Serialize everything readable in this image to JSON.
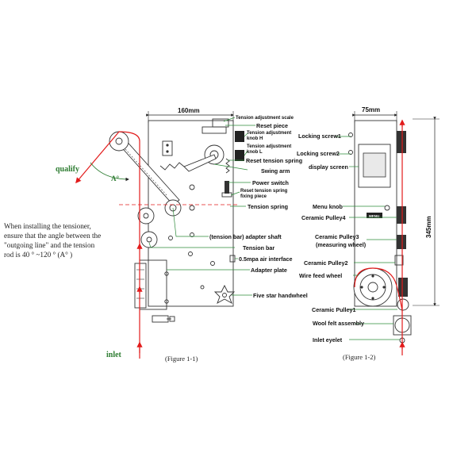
{
  "figure1": {
    "width_dim": "160mm",
    "caption": "(Figure 1-1)",
    "qualify": "qualify",
    "inlet": "inlet",
    "angle": "A°",
    "note_lines": [
      "When installing the tensioner,",
      "ensure that the angle between the",
      "\"outgoing line\" and the tension",
      "rod is 40 °  ~120 °   (A°  )"
    ],
    "labels": {
      "tension_scale": "Tension adjustment scale",
      "reset_piece": "Reset piece",
      "knob_h_1": "Tension adjustment",
      "knob_h_2": "knob H",
      "knob_l_1": "Tension adjustment",
      "knob_l_2": "knob L",
      "reset_spring": "Reset tension spring",
      "swing_arm": "Swing arm",
      "power_switch": "Power switch",
      "spring_fix_1": "Reset tension spring",
      "spring_fix_2": "fixing piece",
      "tension_spring": "Tension spring",
      "adapter_shaft": "(tension bar) adapter shaft",
      "tension_bar": "Tension bar",
      "air_interface": "0.5mpa air interface",
      "adapter_plate": "Adapter plate",
      "five_star": "Five star handwheel"
    }
  },
  "figure2": {
    "width_dim": "75mm",
    "height_dim": "345mm",
    "caption": "(Figure 1-2)",
    "menu_text": "MENU",
    "labels": {
      "locking_screw1": "Locking screw1",
      "locking_screw2": "Locking screw2",
      "display_screen": "display screen",
      "menu_knob": "Menu knob",
      "pulley4": "Ceramic Pulley4",
      "pulley3_1": "Ceramic Pulley3",
      "pulley3_2": "(measuring wheel)",
      "pulley2": "Ceramic Pulley2",
      "wire_feed": "Wire feed wheel",
      "pulley1": "Ceramic Pulley1",
      "wool_felt": "Wool felt assembly",
      "inlet_eyelet": "Inlet eyelet"
    }
  },
  "colors": {
    "wire": "#e21b1b",
    "leader": "#2e8b3a",
    "label_green": "#2e7d32"
  }
}
